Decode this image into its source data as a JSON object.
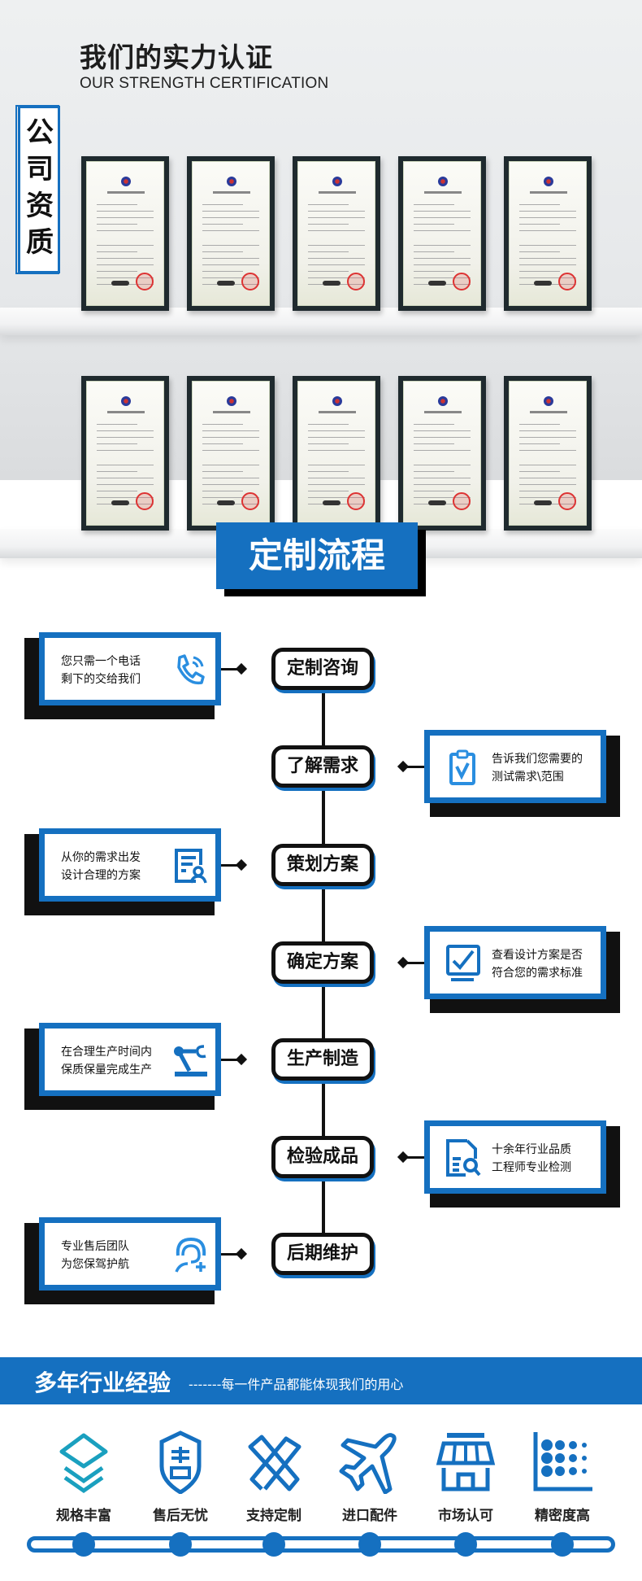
{
  "certification": {
    "title": "我们的实力认证",
    "subtitle": "OUR STRENGTH CERTIFICATION",
    "side_label": "公司资质",
    "certificate_count": 10
  },
  "process": {
    "title": "定制流程",
    "steps": [
      {
        "label": "定制咨询",
        "side": "left",
        "lines": [
          "您只需一个电话",
          "剩下的交给我们"
        ],
        "icon": "phone-icon"
      },
      {
        "label": "了解需求",
        "side": "right",
        "lines": [
          "告诉我们您需要的",
          "测试需求\\范围"
        ],
        "icon": "clipboard-check-icon"
      },
      {
        "label": "策划方案",
        "side": "left",
        "lines": [
          "从你的需求出发",
          "设计合理的方案"
        ],
        "icon": "document-user-icon"
      },
      {
        "label": "确定方案",
        "side": "right",
        "lines": [
          "查看设计方案是否",
          "符合您的需求标准"
        ],
        "icon": "checkbox-icon"
      },
      {
        "label": "生产制造",
        "side": "left",
        "lines": [
          "在合理生产时间内",
          "保质保量完成生产"
        ],
        "icon": "robot-arm-icon"
      },
      {
        "label": "检验成品",
        "side": "right",
        "lines": [
          "十余年行业品质",
          "工程师专业检测"
        ],
        "icon": "document-search-icon"
      },
      {
        "label": "后期维护",
        "side": "left",
        "lines": [
          "专业售后团队",
          "为您保驾护航"
        ],
        "icon": "support-agent-icon"
      }
    ]
  },
  "experience": {
    "title": "多年行业经验",
    "tagline": "-------每一件产品都能体现我们的用心",
    "features": [
      {
        "label": "规格丰富",
        "icon": "layers-icon",
        "color": "#1aa0bf"
      },
      {
        "label": "售后无忧",
        "icon": "shield-icon",
        "color": "#1570c0"
      },
      {
        "label": "支持定制",
        "icon": "ruler-pencil-icon",
        "color": "#1570c0"
      },
      {
        "label": "进口配件",
        "icon": "airplane-icon",
        "color": "#1570c0"
      },
      {
        "label": "市场认可",
        "icon": "store-icon",
        "color": "#1570c0"
      },
      {
        "label": "精密度高",
        "icon": "dot-grid-icon",
        "color": "#1570c0"
      }
    ]
  },
  "colors": {
    "accent": "#1570c0",
    "dark": "#111111"
  }
}
